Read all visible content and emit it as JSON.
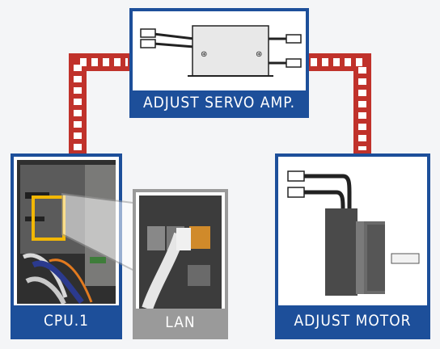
{
  "nodes": {
    "servo_amp": {
      "label": "ADJUST SERVO AMP."
    },
    "cpu": {
      "label": "CPU.1"
    },
    "lan": {
      "label": "LAN"
    },
    "motor": {
      "label": "ADJUST MOTOR"
    }
  },
  "colors": {
    "frame_blue": "#1d4f9a",
    "frame_gray": "#9a9a9a",
    "cable_red": "#c0322b",
    "highlight_yellow": "#f2b705"
  }
}
